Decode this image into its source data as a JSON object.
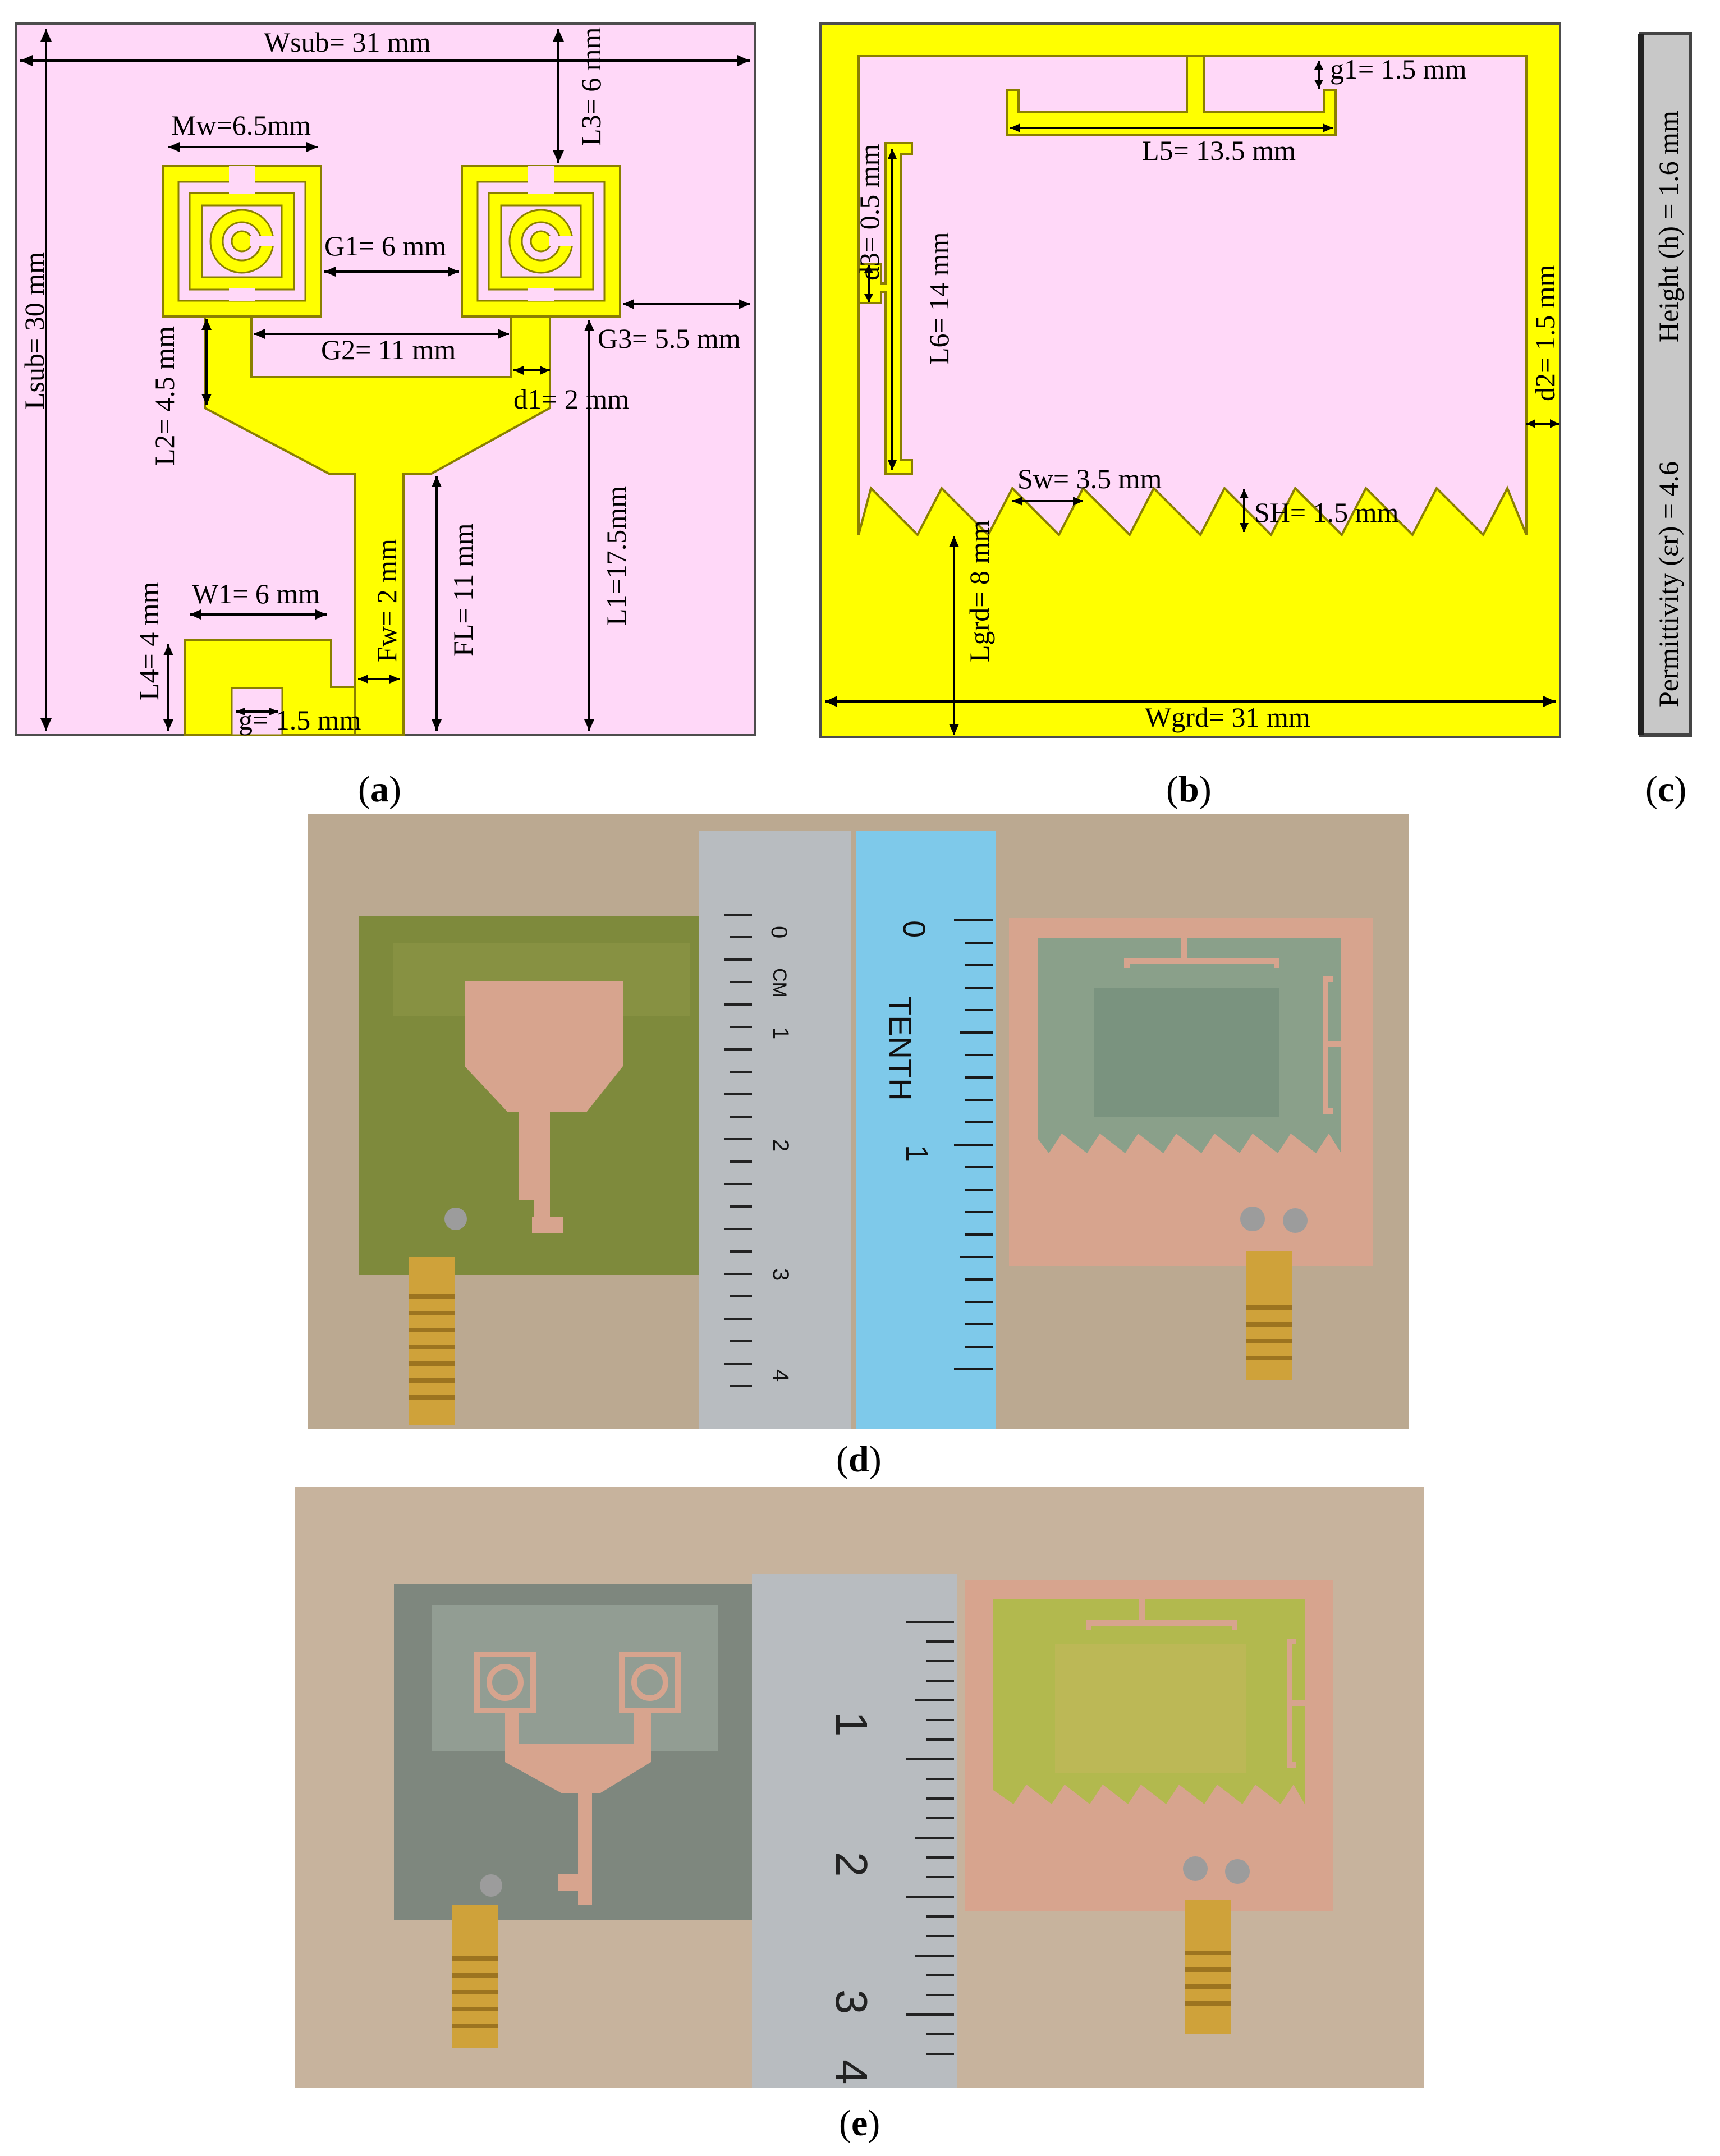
{
  "colors": {
    "substrate": "#ffd8f8",
    "copper_pattern": "#ffff00",
    "pattern_outline": "#8a7f00",
    "dimension_line": "#000000",
    "panel_border": "#4d4d4d",
    "side_view_fill": "#c8c8c8",
    "photo_background": "#bba991",
    "pcb_green": "#7e8a3c",
    "pcb_copper": "#d7a48e",
    "ruler_steel": "#b8bcc0",
    "ruler_blue": "#7ec9ea",
    "sma_gold": "#cfa23a"
  },
  "panel_a": {
    "caption_letter": "a",
    "dimensions": {
      "w_sub": "Wsub= 31 mm",
      "l_sub": "Lsub= 30 mm",
      "l3": "L3= 6 mm",
      "m_w": "Mw=6.5mm",
      "g1": "G1= 6 mm",
      "g2": "G2= 11 mm",
      "g3": "G3= 5.5 mm",
      "l2": "L2= 4.5 mm",
      "d1": "d1= 2 mm",
      "l1": "L1=17.5mm",
      "f_l": "FL= 11 mm",
      "f_w": "Fw= 2 mm",
      "w1": "W1= 6 mm",
      "l4": "L4= 4 mm",
      "g": "g= 1.5 mm"
    }
  },
  "panel_b": {
    "caption_letter": "b",
    "dimensions": {
      "g1": "g1= 1.5 mm",
      "l5": "L5= 13.5 mm",
      "d3": "d3= 0.5 mm",
      "l6": "L6= 14 mm",
      "d2": "d2= 1.5 mm",
      "s_w": "Sw= 3.5 mm",
      "s_h": "SH= 1.5 mm",
      "l_grd": "Lgrd= 8 mm",
      "w_grd": "Wgrd= 31 mm"
    }
  },
  "panel_c": {
    "caption_letter": "c",
    "permittivity": "Permittivity (εr) = 4.6",
    "height": "Height (h) = 1.6 mm"
  },
  "panel_d": {
    "caption_letter": "d",
    "steel_ruler_labels": [
      "0",
      "CM",
      "1",
      "2",
      "3",
      "4"
    ],
    "blue_ruler_labels": [
      "0",
      "TENTH",
      "1"
    ]
  },
  "panel_e": {
    "caption_letter": "e",
    "ruler_labels": [
      "1",
      "2",
      "3",
      "4"
    ]
  }
}
